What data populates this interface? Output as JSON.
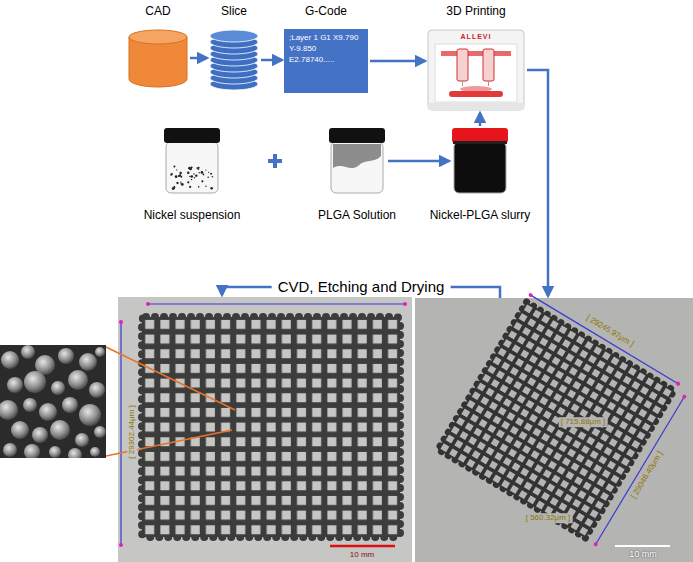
{
  "diagram": {
    "nodes": [
      {
        "text": [
          "CAD"
        ]
      },
      {
        "text": [
          "Slice"
        ]
      },
      {
        "text": [
          "G-Code",
          ";Layer 1 G1 X9.790 Y-9.850 E2.78740....."
        ]
      },
      {
        "text": [
          "3D Printing",
          "ALLEVI"
        ]
      },
      {
        "text": [
          "Nickel suspension"
        ]
      },
      {
        "text": [
          "PLGA Solution"
        ]
      },
      {
        "text": [
          "Nickel-PLGA slurry"
        ]
      },
      {
        "text": [
          "[ 29302.44μm ]",
          "10 mm"
        ]
      },
      {
        "text": [
          "[ 29245.97μm ]",
          "[ 715.88μm ]",
          "[ 29046.40μm ]",
          "[ 560.32μm ]",
          "10 mm"
        ]
      }
    ],
    "edges": [
      {
        "from": 0,
        "to": 1,
        "arrow": "to"
      },
      {
        "from": 1,
        "to": 2,
        "arrow": "to"
      },
      {
        "from": 2,
        "to": 3,
        "arrow": "to"
      },
      {
        "from": 5,
        "to": 6,
        "arrow": "to"
      },
      {
        "from": 6,
        "to": 3,
        "arrow": "to"
      },
      {
        "from": 3,
        "to": 8,
        "arrow": "to"
      },
      {
        "from": 8,
        "to": 7,
        "label": "CVD, Etching and Drying",
        "arrow": "to"
      }
    ]
  }
}
